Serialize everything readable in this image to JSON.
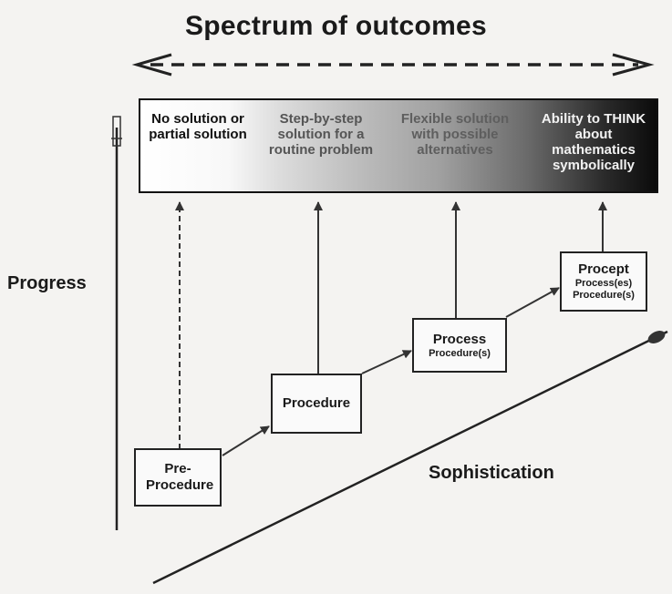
{
  "title": "Spectrum of outcomes",
  "outcomes": [
    "No solution or partial solution",
    "Step-by-step solution for a routine problem",
    "Flexible solution with possible alternatives",
    "Ability to THINK about mathematics symbolically"
  ],
  "stages": [
    {
      "name": "Pre-Procedure",
      "detail": []
    },
    {
      "name": "Procedure",
      "detail": []
    },
    {
      "name": "Process",
      "detail": [
        "Procedure(s)"
      ]
    },
    {
      "name": "Procept",
      "detail": [
        "Process(es)",
        "Procedure(s)"
      ]
    }
  ],
  "axes": {
    "vertical": "Progress",
    "diagonal": "Sophistication"
  },
  "colors": {
    "ink": "#222222",
    "band_light": "#ffffff",
    "band_dark": "#0b0b0b"
  }
}
